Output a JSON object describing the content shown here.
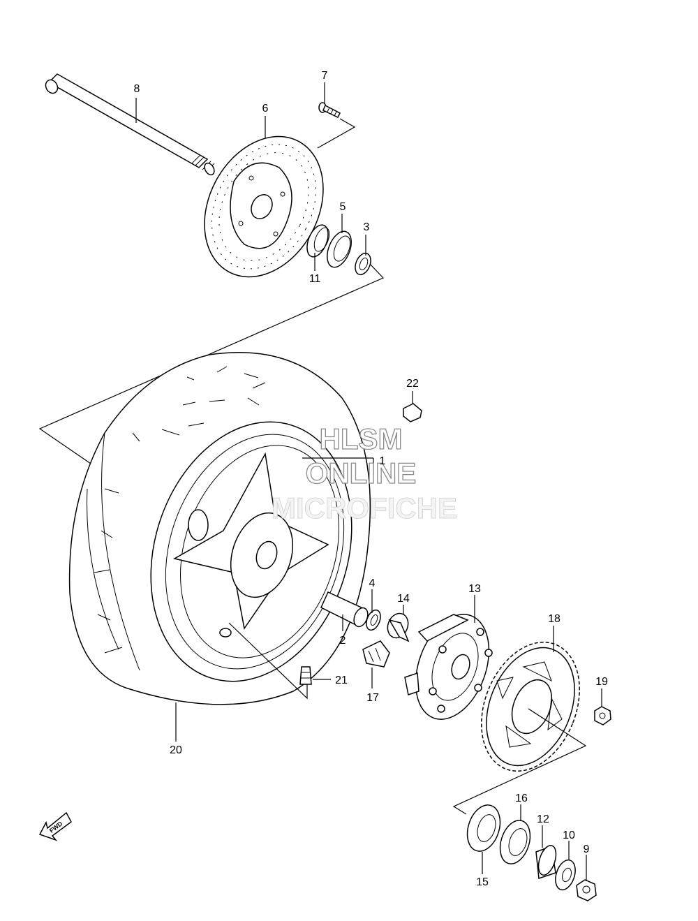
{
  "callouts": [
    {
      "id": "1",
      "label": "1"
    },
    {
      "id": "2",
      "label": "2"
    },
    {
      "id": "3",
      "label": "3"
    },
    {
      "id": "4",
      "label": "4"
    },
    {
      "id": "5",
      "label": "5"
    },
    {
      "id": "6",
      "label": "6"
    },
    {
      "id": "7",
      "label": "7"
    },
    {
      "id": "8",
      "label": "8"
    },
    {
      "id": "9",
      "label": "9"
    },
    {
      "id": "10",
      "label": "10"
    },
    {
      "id": "11",
      "label": "11"
    },
    {
      "id": "12",
      "label": "12"
    },
    {
      "id": "13",
      "label": "13"
    },
    {
      "id": "14",
      "label": "14"
    },
    {
      "id": "15",
      "label": "15"
    },
    {
      "id": "16",
      "label": "16"
    },
    {
      "id": "17",
      "label": "17"
    },
    {
      "id": "18",
      "label": "18"
    },
    {
      "id": "19",
      "label": "19"
    },
    {
      "id": "20",
      "label": "20"
    },
    {
      "id": "21",
      "label": "21"
    },
    {
      "id": "22",
      "label": "22"
    }
  ],
  "watermark": {
    "line1": "HLSM",
    "line2": "ONLINE",
    "line3": "MICROFICHE"
  },
  "direction_arrow": {
    "text": "FWD",
    "icon": "forward-arrow-icon"
  }
}
